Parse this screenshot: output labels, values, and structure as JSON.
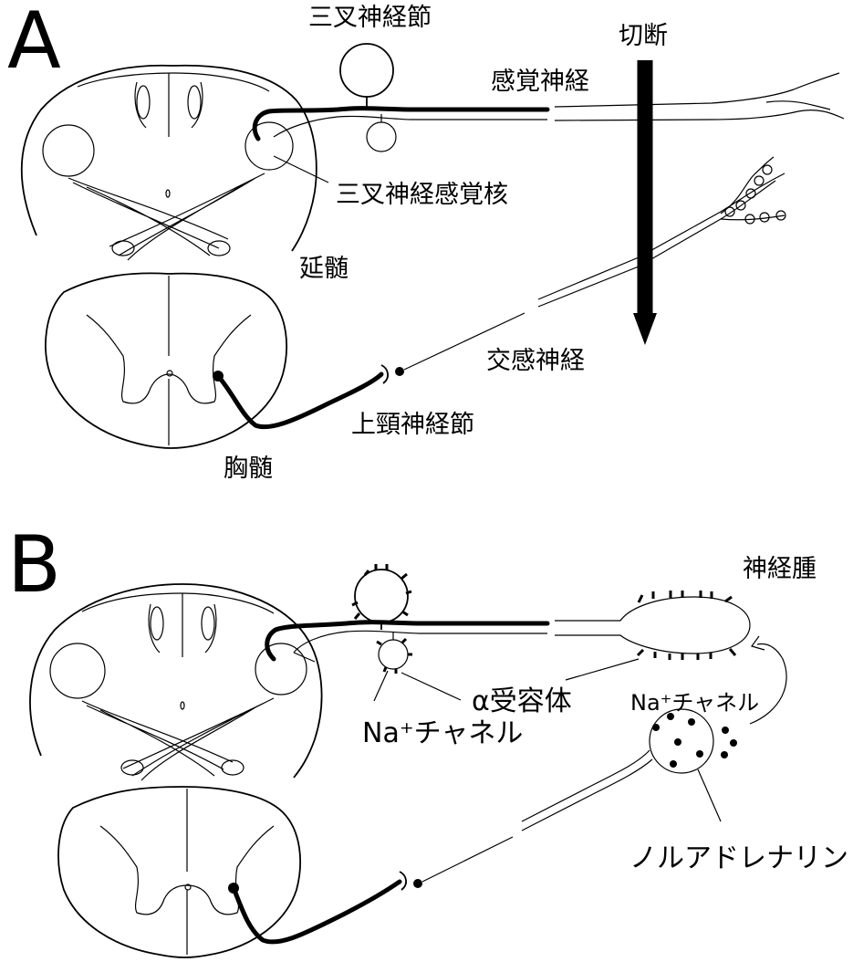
{
  "panels": [
    {
      "letter": "A",
      "labels": {
        "trigeminal_ganglion": "三叉神経節",
        "cut": "切断",
        "sensory_nerve": "感覚神経",
        "trigeminal_sensory_nucleus": "三叉神経感覚核",
        "medulla": "延髄",
        "sympathetic_nerve": "交感神経",
        "superior_cervical_ganglion": "上頸神経節",
        "thoracic_cord": "胸髄"
      }
    },
    {
      "letter": "B",
      "labels": {
        "neuroma": "神経腫",
        "alpha_receptor": "α受容体",
        "na_channel_right": "Na⁺チャネル",
        "na_channel_left": "Na⁺チャネル",
        "noradrenaline": "ノルアドレナリン"
      }
    }
  ]
}
